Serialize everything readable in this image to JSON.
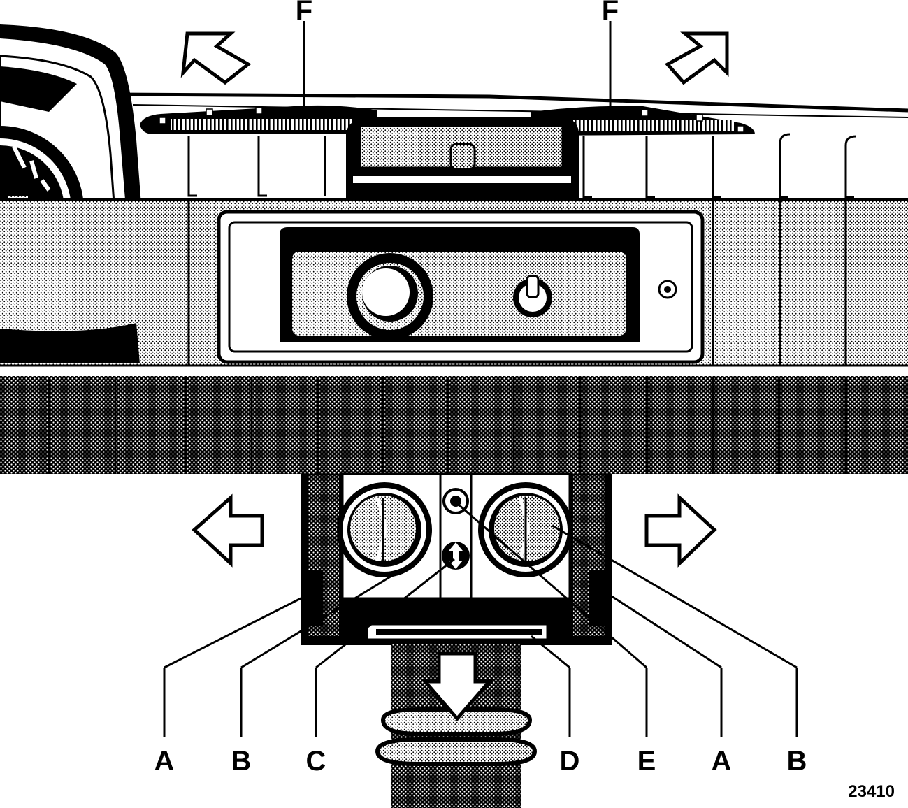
{
  "diagram": {
    "labels": {
      "f_left": "F",
      "f_right": "F",
      "a_left": "A",
      "b_left": "B",
      "c": "C",
      "d": "D",
      "e": "E",
      "a_right": "A",
      "b_right": "B"
    },
    "figure_number": "23410",
    "colors": {
      "ink": "#000000",
      "paper": "#ffffff"
    }
  }
}
